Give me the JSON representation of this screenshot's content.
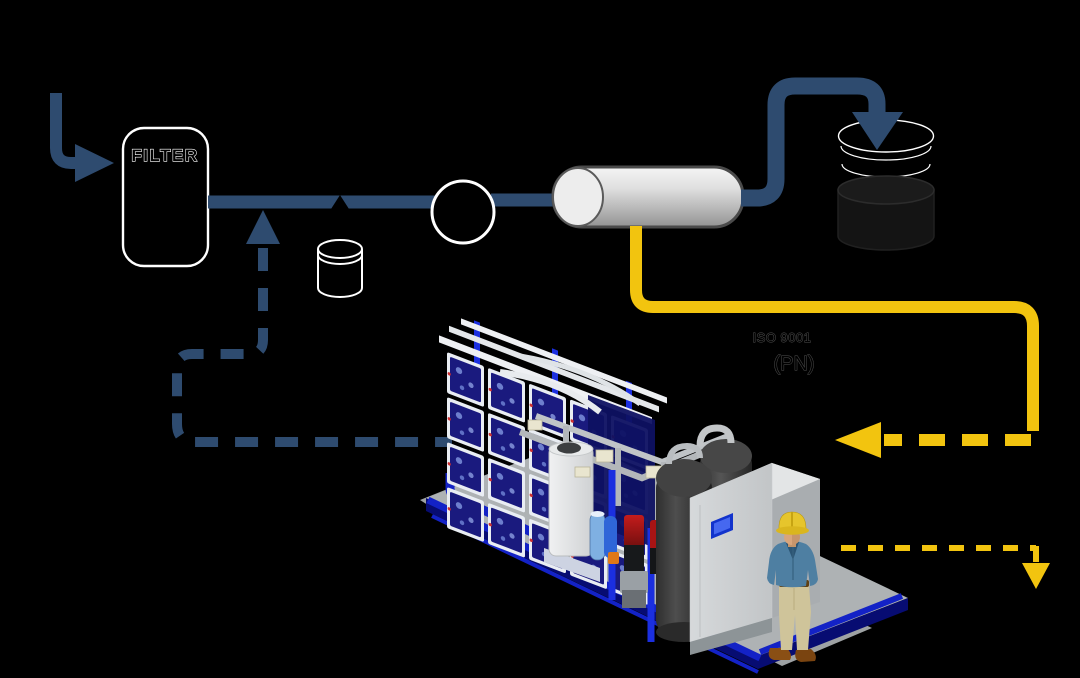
{
  "diagram": {
    "type": "process-flow-diagram",
    "labels": {
      "filter": "FILTER",
      "stream_line1": "ISO 9001",
      "stream_line2": "(PN)"
    },
    "colors": {
      "background": "#000000",
      "pipe_navy": "#2E4B6F",
      "pipe_yellow": "#F2C40F",
      "outline_white": "#FFFFFF",
      "skid_blue": "#1322C6",
      "membrane_navy": "#1A1A7E",
      "cabinet_gray": "#CDD0D3",
      "screen_blue": "#1233CC",
      "tank_dark": "#3A3A3A",
      "drum_dark": "#141414",
      "vessel_gray": "#C9CBCC",
      "hardhat_yellow": "#E6C52C",
      "jacket_blue": "#4E7FA2",
      "pants_khaki": "#CFC49A"
    },
    "components": [
      {
        "name": "feed-inlet-arrow",
        "kind": "solid-arrow",
        "color_key": "pipe_navy"
      },
      {
        "name": "cartridge-filter",
        "kind": "outline-symbol"
      },
      {
        "name": "dosing-tank",
        "kind": "outline-symbol"
      },
      {
        "name": "pump",
        "kind": "outline-symbol"
      },
      {
        "name": "membrane-vessel",
        "kind": "horizontal-vessel"
      },
      {
        "name": "product-storage-tank",
        "kind": "open-top-tank"
      },
      {
        "name": "recirculation-line",
        "kind": "dashed-arrow",
        "color_key": "pipe_navy"
      },
      {
        "name": "concentrate-line",
        "kind": "solid-line",
        "color_key": "pipe_yellow"
      },
      {
        "name": "concentrate-return-arrow",
        "kind": "dashed-arrow",
        "color_key": "pipe_yellow"
      },
      {
        "name": "drain-arrow",
        "kind": "dashed-arrow",
        "color_key": "pipe_yellow"
      },
      {
        "name": "treatment-skid-unit",
        "kind": "3d-equipment-render"
      },
      {
        "name": "operator",
        "kind": "person"
      }
    ]
  }
}
